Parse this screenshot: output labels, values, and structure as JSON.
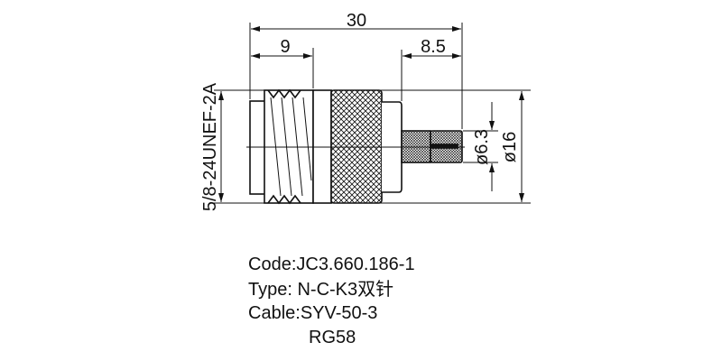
{
  "drawing": {
    "dimensions": {
      "overall_length": "30",
      "thread_length": "9",
      "crimp_length": "8.5",
      "thread_spec": "5/8-24UNEF-2A",
      "crimp_diameter": "ø6.3",
      "body_diameter": "ø16"
    }
  },
  "info": {
    "code": "Code:JC3.660.186-1",
    "type": "Type: N-C-K3双针",
    "cable": "Cable:SYV-50-3",
    "cable_alt": "RG58"
  }
}
